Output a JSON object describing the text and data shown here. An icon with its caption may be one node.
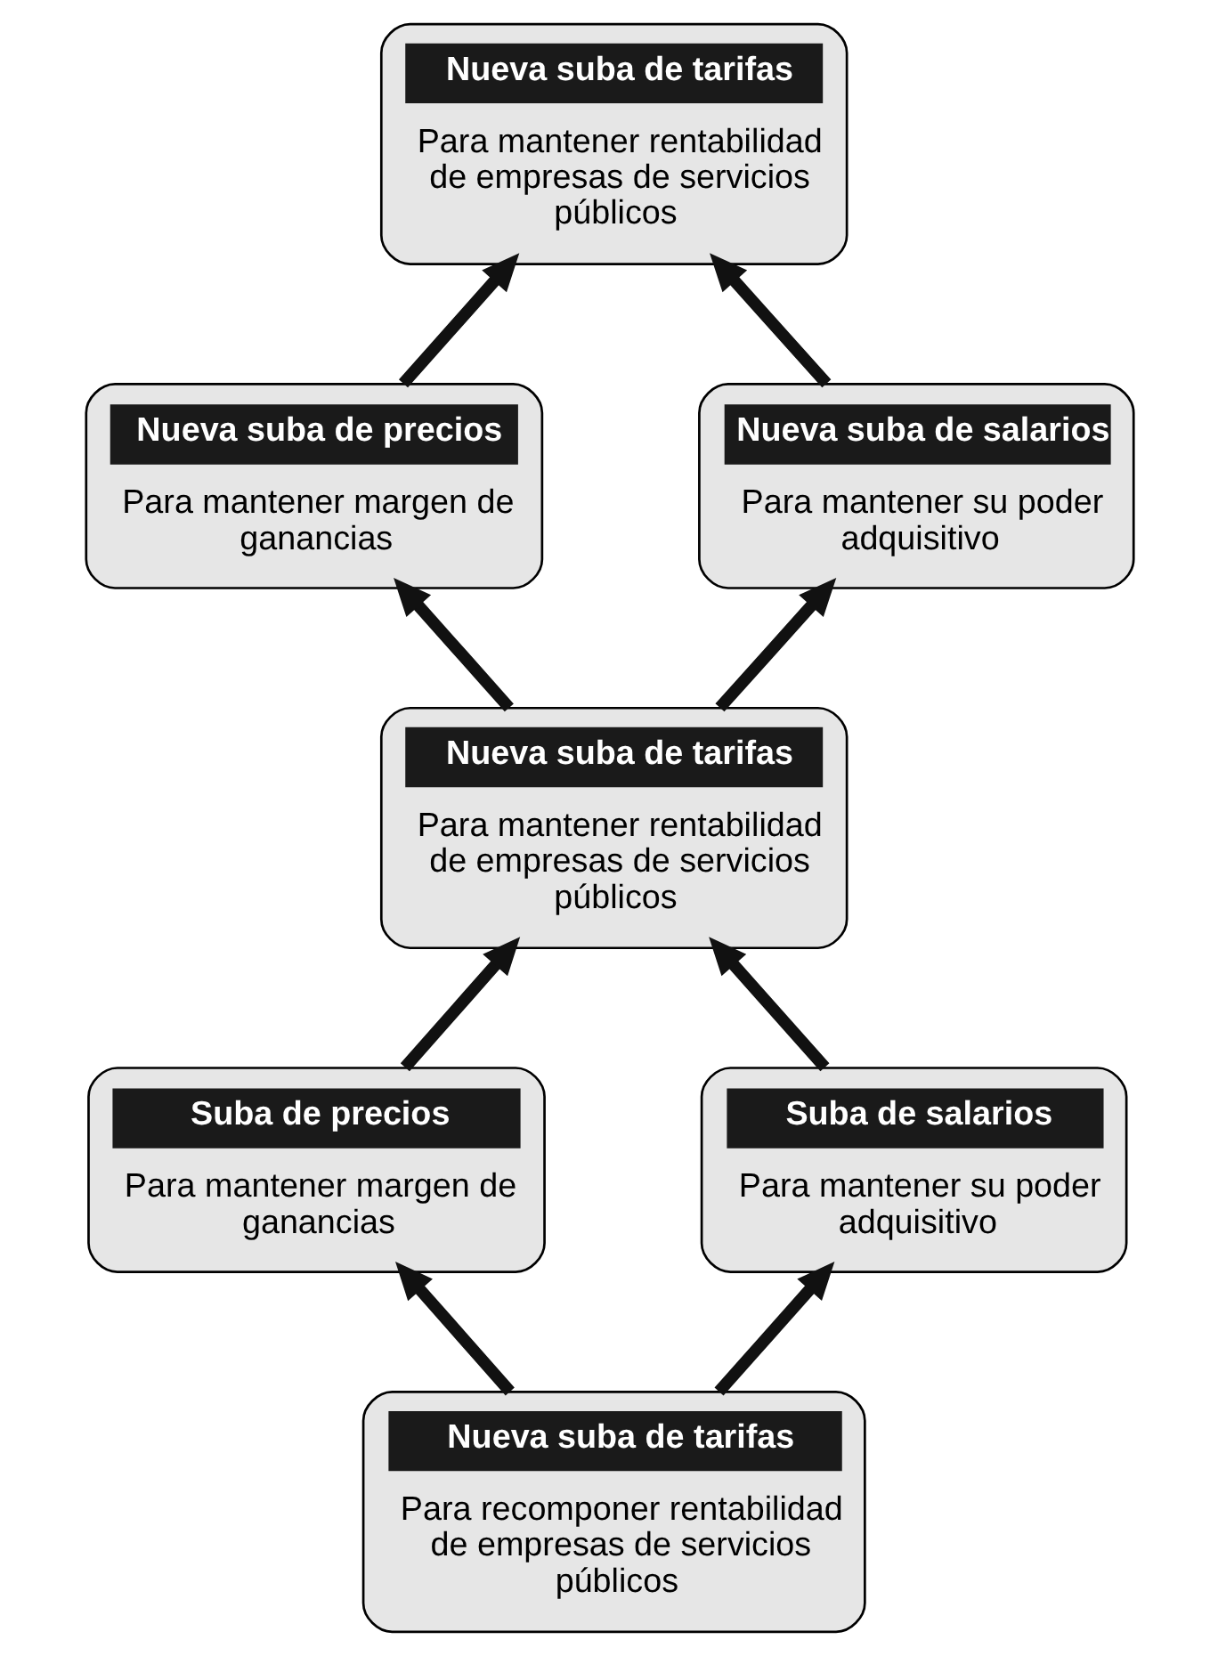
{
  "diagram": {
    "nodes": [
      {
        "text": [
          "Nueva suba de tarifas",
          "Para mantener rentabilidad de empresas de servicios públicos"
        ]
      },
      {
        "text": [
          "Nueva suba de precios",
          "Para mantener margen de ganancias"
        ]
      },
      {
        "text": [
          "Nueva suba de salarios",
          "Para mantener su poder adquisitivo"
        ]
      },
      {
        "text": [
          "Nueva suba de tarifas",
          "Para mantener rentabilidad de empresas de servicios públicos"
        ]
      },
      {
        "text": [
          "Suba de precios",
          "Para mantener margen de ganancias"
        ]
      },
      {
        "text": [
          "Suba de salarios",
          "Para mantener su poder adquisitivo"
        ]
      },
      {
        "text": [
          "Nueva suba de tarifas",
          "Para recomponer rentabilidad de empresas de servicios públicos"
        ]
      }
    ],
    "edges": [
      {
        "from": 6,
        "to": 4,
        "arrow": "to"
      },
      {
        "from": 6,
        "to": 5,
        "arrow": "to"
      },
      {
        "from": 4,
        "to": 3,
        "arrow": "to"
      },
      {
        "from": 5,
        "to": 3,
        "arrow": "to"
      },
      {
        "from": 3,
        "to": 1,
        "arrow": "to"
      },
      {
        "from": 3,
        "to": 2,
        "arrow": "to"
      },
      {
        "from": 1,
        "to": 0,
        "arrow": "to"
      },
      {
        "from": 2,
        "to": 0,
        "arrow": "to"
      }
    ]
  }
}
